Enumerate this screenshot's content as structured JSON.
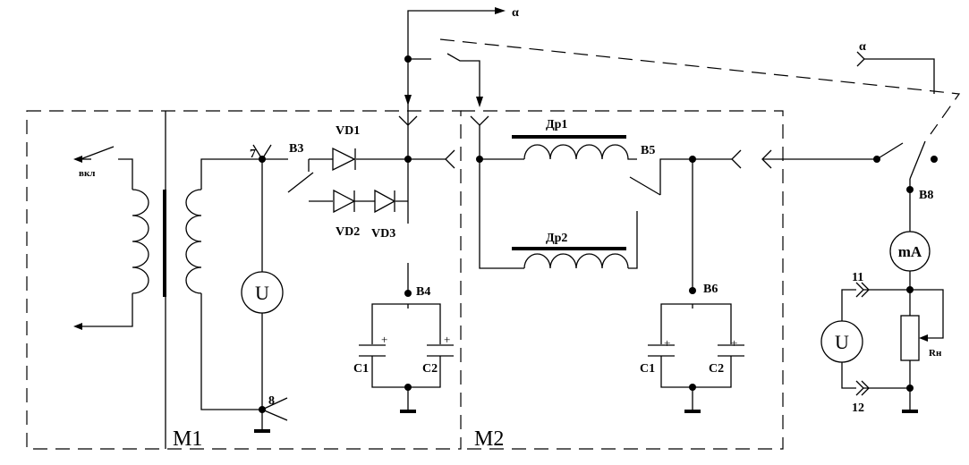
{
  "labels": {
    "module1": "M1",
    "module2": "M2",
    "switch_on": "вкл",
    "terminal_7": "7",
    "terminal_8": "8",
    "terminal_11": "11",
    "terminal_12": "12",
    "b3": "B3",
    "b4": "B4",
    "b5": "B5",
    "b6": "B6",
    "b8": "B8",
    "vd1": "VD1",
    "vd2": "VD2",
    "vd3": "VD3",
    "choke1": "Др1",
    "choke2": "Др2",
    "c1_left": "C1",
    "c2_left": "C2",
    "c1_right": "C1",
    "c2_right": "C2",
    "alpha_top": "α",
    "alpha_right": "α",
    "voltmeter_left": "U",
    "voltmeter_right": "U",
    "milliammeter": "mA",
    "load_resistor": "Rн",
    "plus": "+"
  }
}
